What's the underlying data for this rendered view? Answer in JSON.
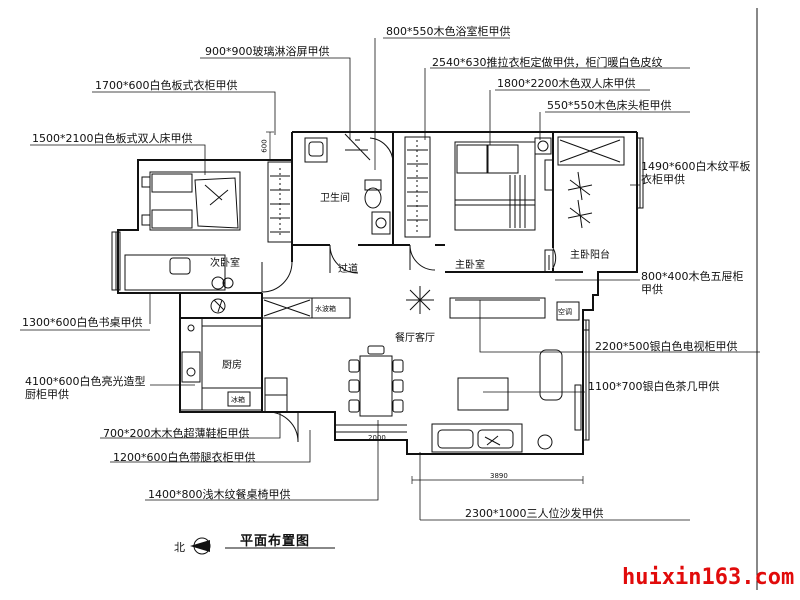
{
  "callouts": [
    {
      "id": "c1",
      "text": "800*550木色浴室柜甲供"
    },
    {
      "id": "c2",
      "text": "900*900玻璃淋浴屏甲供"
    },
    {
      "id": "c3",
      "text": "2540*630推拉衣柜定做甲供，柜门暖白色皮纹"
    },
    {
      "id": "c4",
      "text": "1700*600白色板式衣柜甲供"
    },
    {
      "id": "c5",
      "text": "1800*2200木色双人床甲供"
    },
    {
      "id": "c6",
      "text": "550*550木色床头柜甲供"
    },
    {
      "id": "c7",
      "text": "1500*2100白色板式双人床甲供"
    },
    {
      "id": "c8",
      "text": "1490*600白木纹平板衣柜甲供"
    },
    {
      "id": "c9",
      "text": "800*400木色五屉柜甲供"
    },
    {
      "id": "c10",
      "text": "1300*600白色书桌甲供"
    },
    {
      "id": "c11",
      "text": "2200*500银白色电视柜甲供"
    },
    {
      "id": "c12",
      "text": "4100*600白色亮光造型厨柜甲供"
    },
    {
      "id": "c13",
      "text": "1100*700银白色茶几甲供"
    },
    {
      "id": "c14",
      "text": "700*200木木色超薄鞋柜甲供"
    },
    {
      "id": "c15",
      "text": "1200*600白色带腿衣柜甲供"
    },
    {
      "id": "c16",
      "text": "1400*800浅木纹餐桌椅甲供"
    },
    {
      "id": "c17",
      "text": "2300*1000三人位沙发甲供"
    }
  ],
  "rooms": {
    "bathroom": "卫生间",
    "second_bedroom": "次卧室",
    "hallway": "过道",
    "master_bedroom": "主卧室",
    "master_balcony": "主卧阳台",
    "dining_living": "餐厅客厅",
    "kitchen": "厨房"
  },
  "fixtures": {
    "water_heater": "水波箱",
    "fridge": "冰箱",
    "aircon": "空调"
  },
  "dimensions": {
    "d600": "600",
    "d2000": "2000",
    "d3890": "3890"
  },
  "title": "平面布置图",
  "north": "北",
  "watermark": "huixin163.com",
  "colors": {
    "watermark": "#e10b0b",
    "line": "#111111"
  }
}
